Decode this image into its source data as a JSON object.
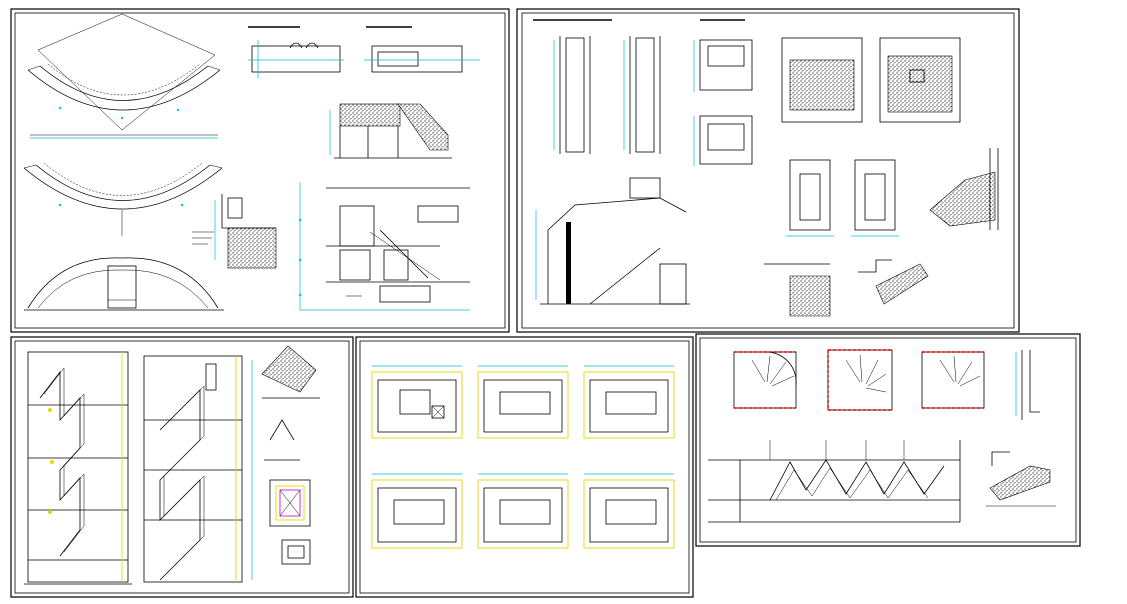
{
  "drawing": {
    "sheets": [
      {
        "id": "sheet-1",
        "subject": "curved-staircase"
      },
      {
        "id": "sheet-2",
        "subject": "straight-staircase-sections"
      },
      {
        "id": "sheet-3",
        "subject": "multi-storey-stair-sections"
      },
      {
        "id": "sheet-4",
        "subject": "stair-floor-plans"
      },
      {
        "id": "sheet-5",
        "subject": "spiral-staircase-plans"
      }
    ],
    "colors": {
      "linework": "#000000",
      "dimension": "#00bcd4",
      "grid": "#e8d800",
      "section_cut": "#e00000",
      "detail": "#c000c0",
      "background": "#ffffff"
    }
  }
}
